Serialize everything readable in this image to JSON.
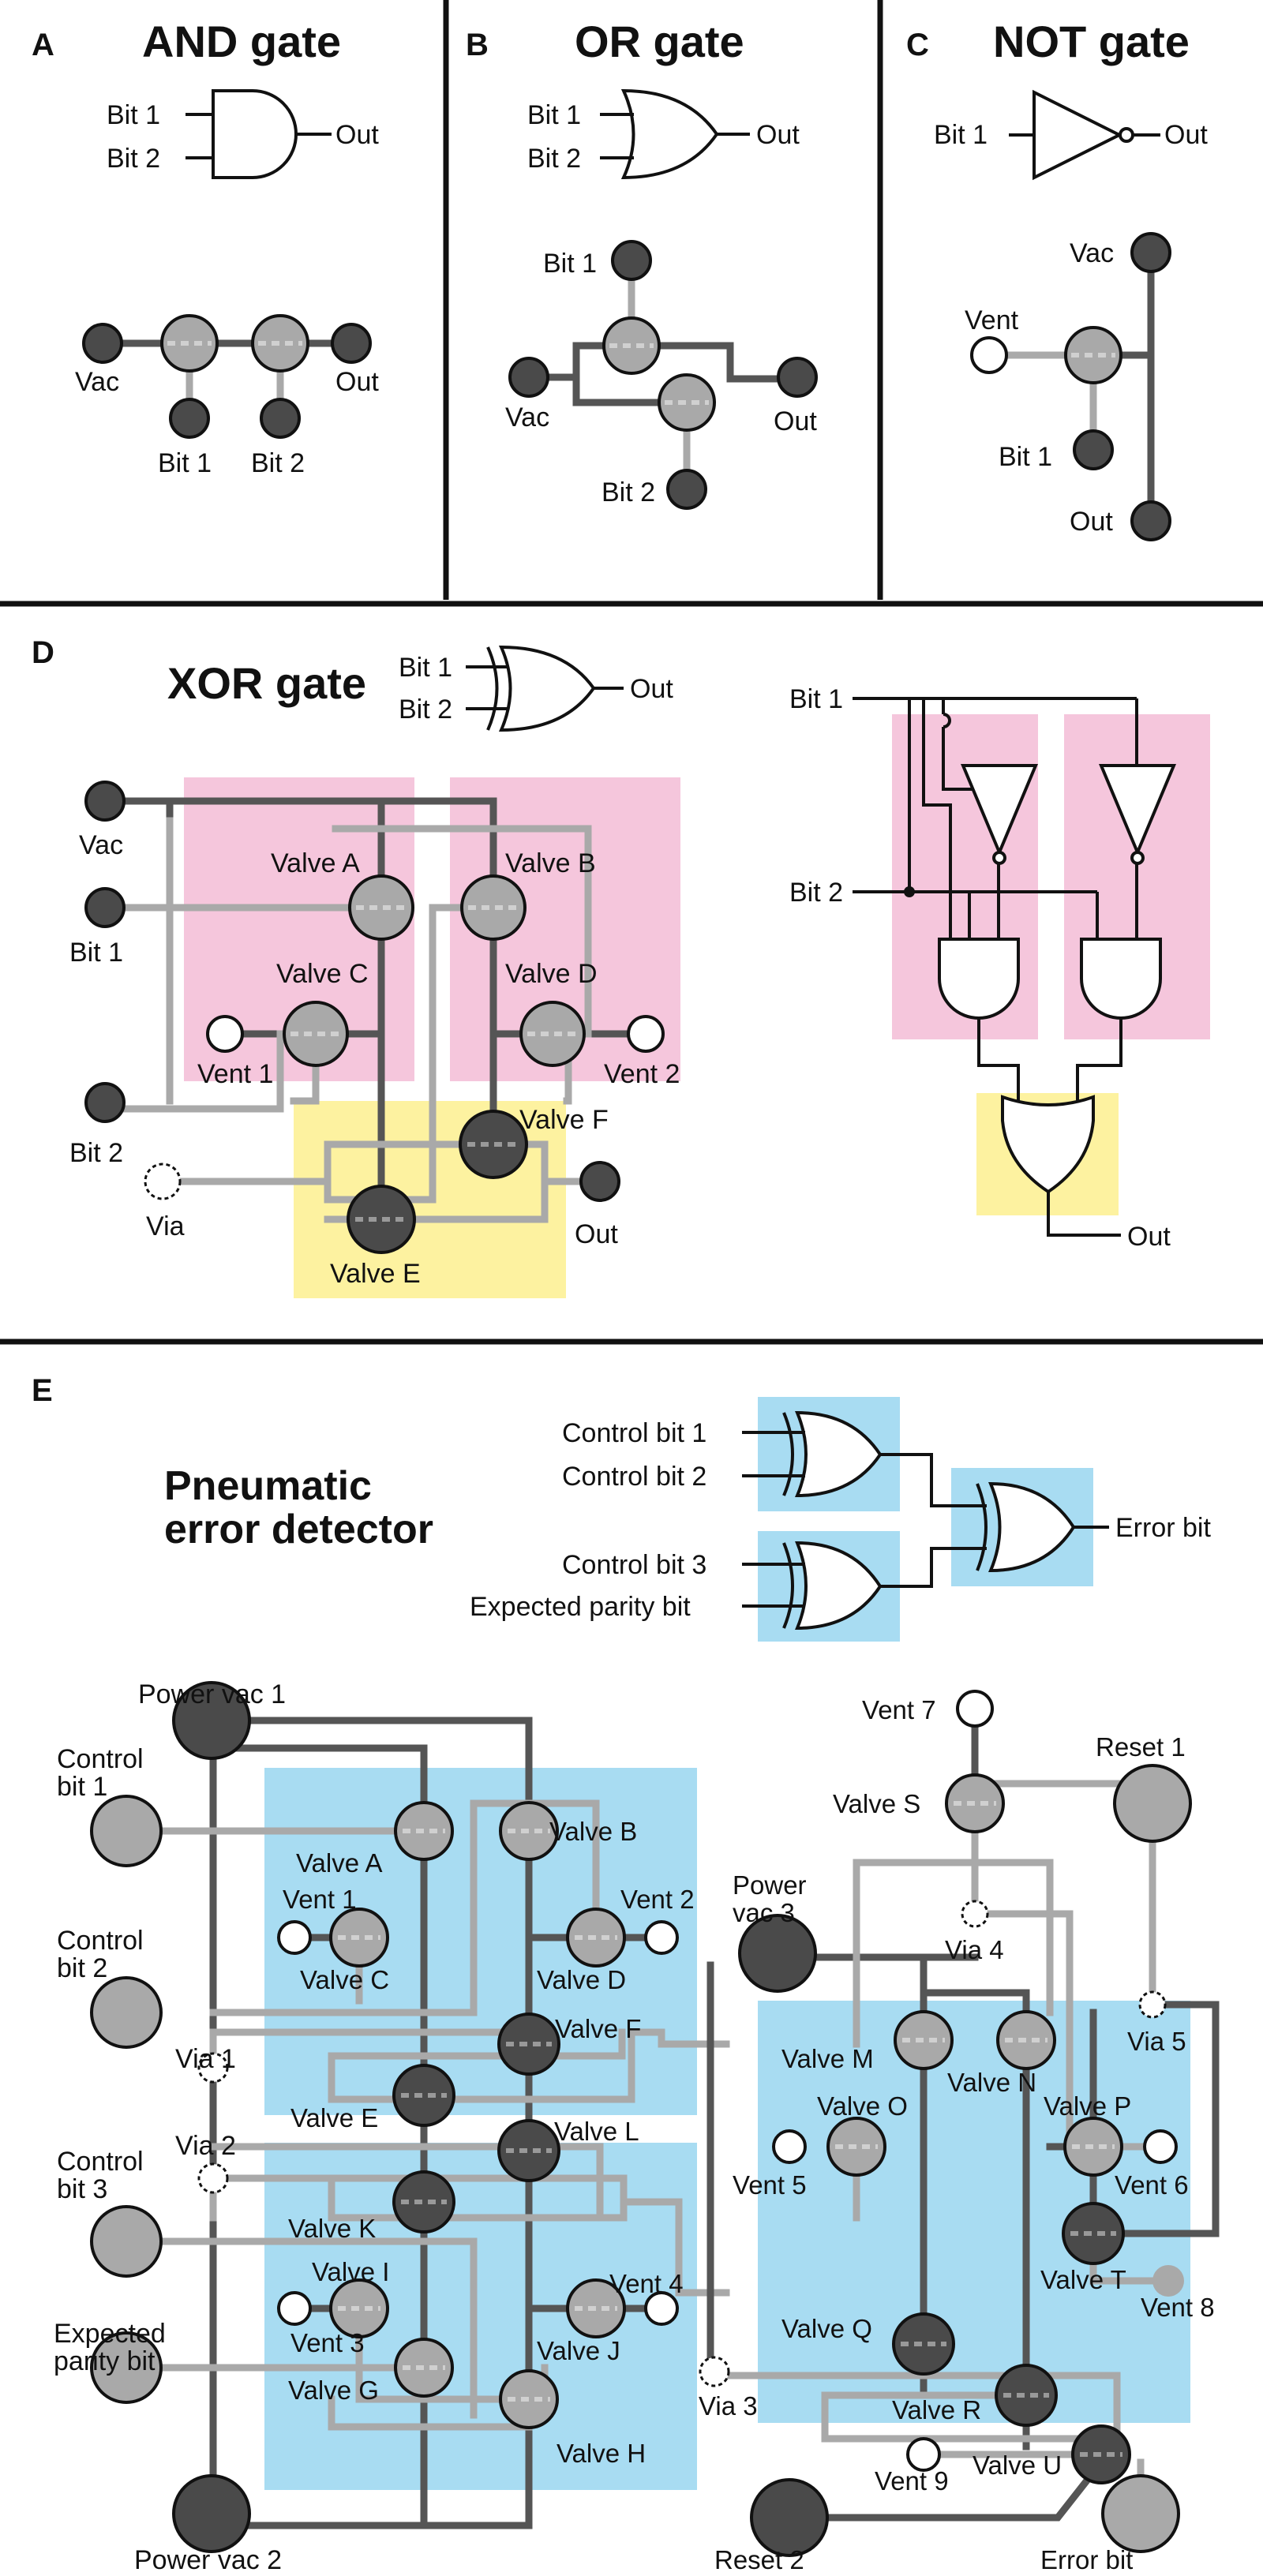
{
  "panels": {
    "A": {
      "letter": "A",
      "title": "AND gate"
    },
    "B": {
      "letter": "B",
      "title": "OR gate"
    },
    "C": {
      "letter": "C",
      "title": "NOT gate"
    },
    "D": {
      "letter": "D",
      "title": "XOR gate"
    },
    "E": {
      "letter": "E",
      "title_line1": "Pneumatic",
      "title_line2": "error detector"
    }
  },
  "labels": {
    "bit1": "Bit 1",
    "bit2": "Bit 2",
    "out": "Out",
    "vac": "Vac",
    "vent": "Vent",
    "via": "Via",
    "valve_a": "Valve A",
    "valve_b": "Valve B",
    "valve_c": "Valve C",
    "valve_d": "Valve D",
    "valve_e": "Valve E",
    "valve_f": "Valve F",
    "valve_g": "Valve G",
    "valve_h": "Valve H",
    "valve_i": "Valve I",
    "valve_j": "Valve J",
    "valve_k": "Valve K",
    "valve_l": "Valve L",
    "valve_m": "Valve M",
    "valve_n": "Valve N",
    "valve_o": "Valve O",
    "valve_p": "Valve P",
    "valve_q": "Valve Q",
    "valve_r": "Valve R",
    "valve_s": "Valve S",
    "valve_t": "Valve T",
    "valve_u": "Valve U",
    "vent_1": "Vent 1",
    "vent_2": "Vent 2",
    "vent_3": "Vent 3",
    "vent_4": "Vent 4",
    "vent_5": "Vent 5",
    "vent_6": "Vent 6",
    "vent_7": "Vent 7",
    "vent_8": "Vent 8",
    "vent_9": "Vent 9",
    "via_1": "Via 1",
    "via_2": "Via 2",
    "via_3": "Via 3",
    "via_4": "Via 4",
    "via_5": "Via 5",
    "control_bit_1": "Control bit 1",
    "control_bit_2": "Control bit 2",
    "control_bit_3": "Control bit 3",
    "expected_parity_bit": "Expected parity bit",
    "error_bit": "Error bit",
    "control": "Control",
    "bit_1": "bit 1",
    "bit_2": "bit 2",
    "bit_3": "bit 3",
    "expected": "Expected",
    "parity_bit": "parity bit",
    "power_vac_1": "Power vac 1",
    "power_vac_2": "Power vac 2",
    "power": "Power",
    "vac_3": "vac 3",
    "reset_1": "Reset 1",
    "reset_2": "Reset 2"
  },
  "colors": {
    "pink": "#f5c6dc",
    "yellow": "#fdf2a0",
    "blue": "#a8dcf2",
    "dark_channel": "#555555",
    "light_channel": "#a9a9a9",
    "dark_valve": "#4a4a4a",
    "light_valve": "#a9a9a9"
  }
}
